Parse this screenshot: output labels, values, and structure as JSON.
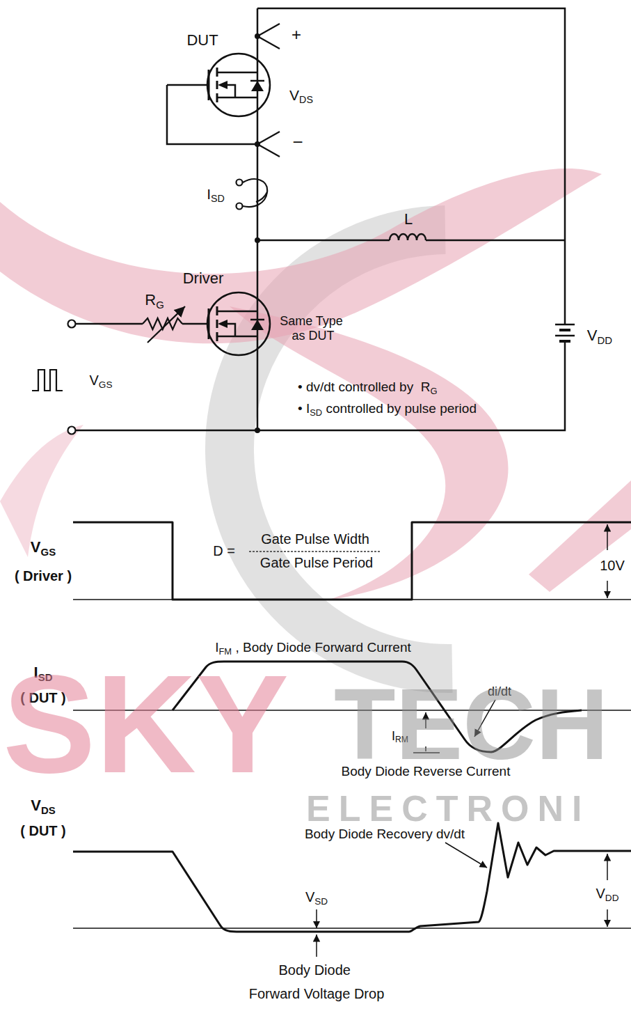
{
  "diagram": {
    "labels": [
      "DUT",
      "+",
      "VDS",
      "−",
      "ISD",
      "L",
      "Driver",
      "RG",
      "Same Type as DUT",
      "VDD",
      "VGS",
      "• dv/dt controlled by  RG",
      "• ISD controlled by pulse period",
      "VGS",
      "( Driver )",
      "D =",
      "Gate Pulse Width",
      "Gate Pulse Period",
      "10V",
      "IFM , Body Diode Forward Current",
      "ISD",
      "( DUT )",
      "di/dt",
      "IRM",
      "Body Diode Reverse Current",
      "VDS",
      "( DUT )",
      "Body Diode Recovery dv/dt",
      "VSD",
      "VDD",
      "Body Diode Forward Voltage Drop",
      "SKY",
      "TECH",
      "ELECTRONI"
    ]
  }
}
